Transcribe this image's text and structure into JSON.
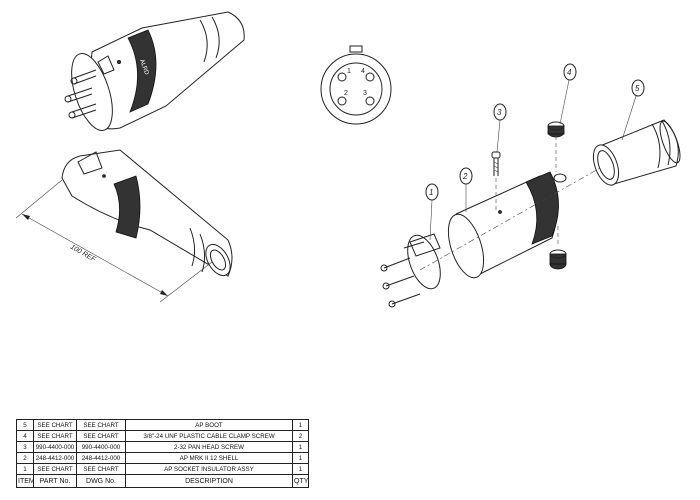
{
  "drawing": {
    "dimension_label": "100 REF",
    "brand_mark": "ALRD",
    "pin_labels": [
      "1",
      "4",
      "2",
      "3"
    ],
    "balloons": [
      "1",
      "2",
      "3",
      "4",
      "5"
    ]
  },
  "bom": {
    "headers": [
      "ITEM",
      "PART No.",
      "DWG No.",
      "DESCRIPTION",
      "QTY"
    ],
    "rows": [
      [
        "5",
        "SEE CHART",
        "SEE CHART",
        "AP BOOT",
        "1"
      ],
      [
        "4",
        "SEE CHART",
        "SEE CHART",
        "3/8\"-24 UNF PLASTIC CABLE CLAMP SCREW",
        "2"
      ],
      [
        "3",
        "990-4400-000",
        "990-4400-000",
        "2-32 PAN HEAD SCREW",
        "1"
      ],
      [
        "2",
        "248-4412-000",
        "248-4412-000",
        "AP MRK II 12 SHELL",
        "1"
      ],
      [
        "1",
        "SEE CHART",
        "SEE CHART",
        "AP SOCKET INSULATOR ASSY",
        "1"
      ]
    ]
  }
}
